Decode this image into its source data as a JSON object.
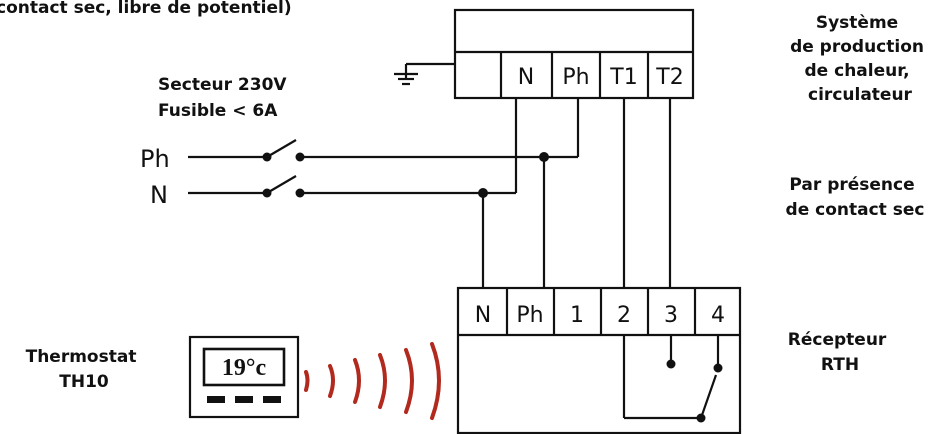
{
  "header_text": "contact sec, libre de potentiel)",
  "heating_system": {
    "lines": [
      "Système",
      "de production",
      "de chaleur,",
      "circulateur"
    ],
    "terminals": [
      "N",
      "Ph",
      "T1",
      "T2"
    ]
  },
  "mains": {
    "lines": [
      "Secteur 230V",
      "Fusible < 6A"
    ],
    "wires": [
      "Ph",
      "N"
    ]
  },
  "dry_contact_note": [
    "Par présence",
    "de contact sec"
  ],
  "receiver": {
    "lines": [
      "Récepteur",
      "RTH"
    ],
    "terminals": [
      "N",
      "Ph",
      "1",
      "2",
      "3",
      "4"
    ]
  },
  "thermostat": {
    "lines": [
      "Thermostat",
      "TH10"
    ],
    "display": "19°c"
  },
  "colors": {
    "line": "#111111",
    "signal_waves": "#b22a1e"
  }
}
